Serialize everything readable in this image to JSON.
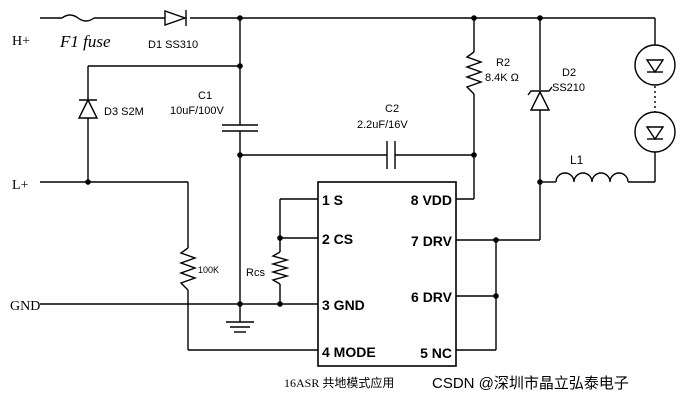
{
  "terminals": {
    "h_plus": "H+",
    "l_plus": "L+",
    "gnd": "GND"
  },
  "fuse": {
    "label": "F1 fuse"
  },
  "diodes": {
    "d1": "D1 SS310",
    "d3": "D3 S2M",
    "d2_name": "D2",
    "d2_part": "SS210"
  },
  "capacitors": {
    "c1_name": "C1",
    "c1_value": "10uF/100V",
    "c2_name": "C2",
    "c2_value": "2.2uF/16V"
  },
  "resistors": {
    "r2_name": "R2",
    "r2_value": "8.4K Ω",
    "r100k": "100K",
    "rcs": "Rcs"
  },
  "inductor": {
    "label": "L1"
  },
  "ic": {
    "pin1": "1 S",
    "pin2": "2 CS",
    "pin3": "3 GND",
    "pin4": "4 MODE",
    "pin5": "5 NC",
    "pin6": "6 DRV",
    "pin7": "7 DRV",
    "pin8": "8 VDD"
  },
  "caption": "16ASR 共地模式应用",
  "watermark": "CSDN @深圳市晶立弘泰电子"
}
